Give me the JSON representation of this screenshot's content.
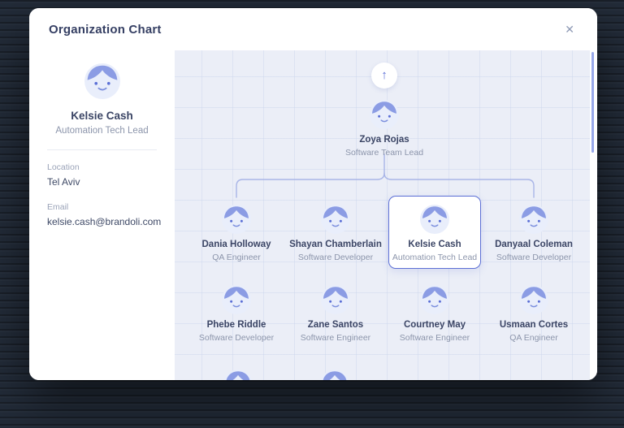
{
  "header": {
    "title": "Organization Chart",
    "close_icon": "✕"
  },
  "profile": {
    "name": "Kelsie Cash",
    "role": "Automation Tech Lead",
    "location_label": "Location",
    "location": "Tel Aviv",
    "email_label": "Email",
    "email": "kelsie.cash@brandoli.com"
  },
  "chart": {
    "up_icon": "↑",
    "root": {
      "name": "Zoya Rojas",
      "role": "Software Team Lead"
    },
    "level1": [
      {
        "name": "Dania Holloway",
        "role": "QA Engineer"
      },
      {
        "name": "Shayan Chamberlain",
        "role": "Software Developer"
      },
      {
        "name": "Kelsie Cash",
        "role": "Automation Tech Lead",
        "selected": true
      },
      {
        "name": "Danyaal Coleman",
        "role": "Software Developer"
      }
    ],
    "level2": [
      {
        "name": "Phebe Riddle",
        "role": "Software Developer"
      },
      {
        "name": "Zane Santos",
        "role": "Software Engineer"
      },
      {
        "name": "Courtney May",
        "role": "Software Engineer"
      },
      {
        "name": "Usmaan Cortes",
        "role": "QA Engineer"
      }
    ]
  },
  "colors": {
    "accent": "#5b6fd6",
    "selected_border": "#5c6fd5",
    "connector": "#a9b5e7",
    "chart_bg": "#ebeef7",
    "title": "#353f63"
  }
}
